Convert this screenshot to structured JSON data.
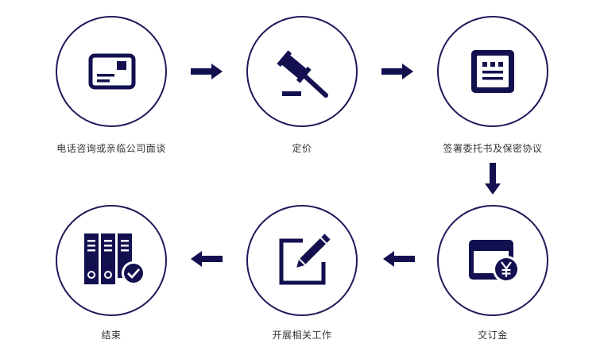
{
  "colors": {
    "accent": "#131050",
    "circle_border": "#1c1a5a",
    "text": "#333333"
  },
  "steps": [
    {
      "label": "电话咨询或亲临公司面谈",
      "icon": "id-card-icon"
    },
    {
      "label": "定价",
      "icon": "gavel-icon"
    },
    {
      "label": "签署委托书及保密协议",
      "icon": "document-icon"
    },
    {
      "label": "交订金",
      "icon": "payment-card-yen-icon"
    },
    {
      "label": "开展相关工作",
      "icon": "edit-icon"
    },
    {
      "label": "结束",
      "icon": "completed-binders-icon"
    }
  ]
}
